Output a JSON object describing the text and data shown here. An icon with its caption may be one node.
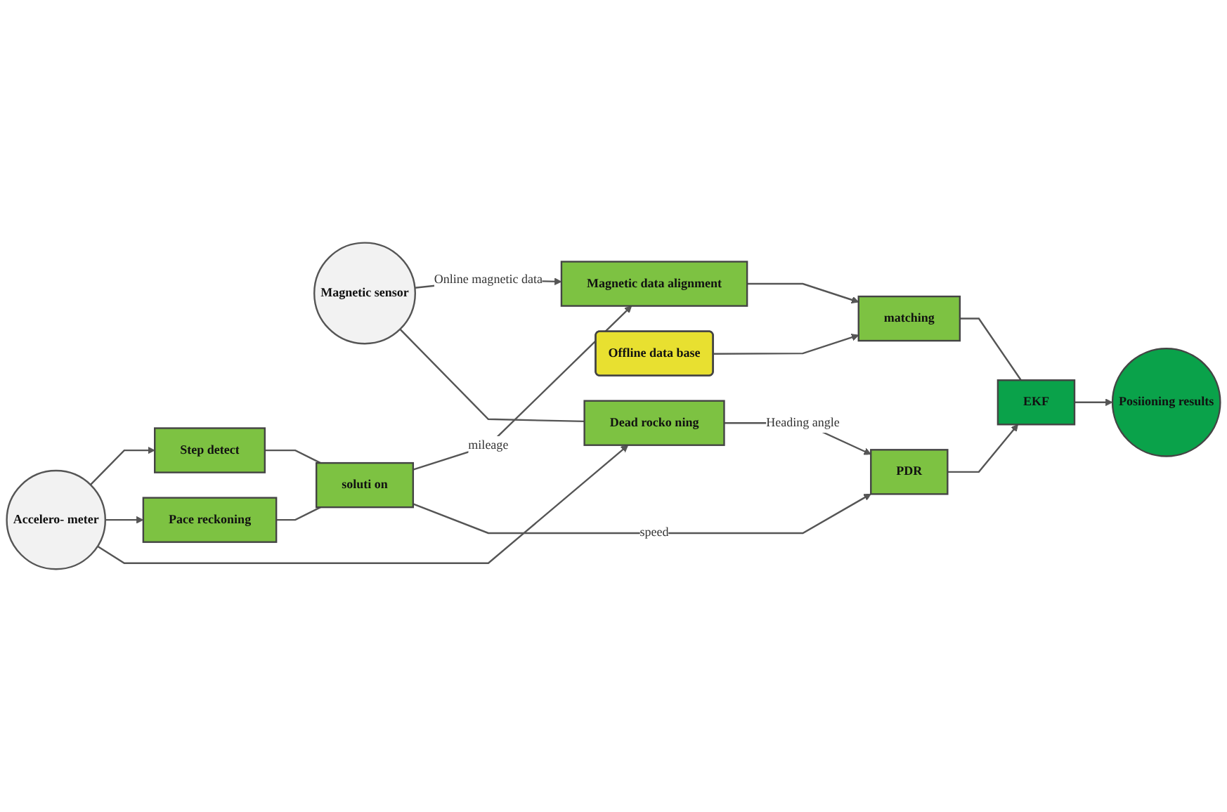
{
  "diagram": {
    "nodes": [
      {
        "text": [
          "Magnetic sensor"
        ]
      },
      {
        "text": [
          "Magnetic data alignment"
        ]
      },
      {
        "text": [
          "matching"
        ]
      },
      {
        "text": [
          "Offline data base"
        ]
      },
      {
        "text": [
          "Accelero- meter"
        ]
      },
      {
        "text": [
          "Step detect"
        ]
      },
      {
        "text": [
          "soluti on"
        ]
      },
      {
        "text": [
          "Pace reckoning"
        ]
      },
      {
        "text": [
          "EKF"
        ]
      },
      {
        "text": [
          "PDR"
        ]
      },
      {
        "text": [
          "Dead rocko ning"
        ]
      },
      {
        "text": [
          "Posiioning results"
        ]
      }
    ],
    "edges": [
      {
        "from": 0,
        "to": 1,
        "arrow": "to",
        "label": "Online magnetic data"
      },
      {
        "from": 1,
        "to": 2,
        "arrow": "to"
      },
      {
        "from": 3,
        "to": 2,
        "arrow": "to"
      },
      {
        "from": 4,
        "to": 5,
        "arrow": "to"
      },
      {
        "from": 4,
        "to": 7,
        "arrow": "to"
      },
      {
        "from": 4,
        "to": 10,
        "arrow": "to"
      },
      {
        "from": 0,
        "to": 10,
        "arrow": "none"
      },
      {
        "from": 5,
        "to": 6,
        "arrow": "none"
      },
      {
        "from": 7,
        "to": 6,
        "arrow": "none"
      },
      {
        "from": 6,
        "to": 1,
        "arrow": "to",
        "label": "mileage"
      },
      {
        "from": 6,
        "to": 9,
        "arrow": "to",
        "label": "speed"
      },
      {
        "from": 10,
        "to": 9,
        "arrow": "to",
        "label": "Heading angle"
      },
      {
        "from": 9,
        "to": 8,
        "arrow": "to"
      },
      {
        "from": 2,
        "to": 8,
        "arrow": "none"
      },
      {
        "from": 8,
        "to": 11,
        "arrow": "to"
      }
    ]
  }
}
